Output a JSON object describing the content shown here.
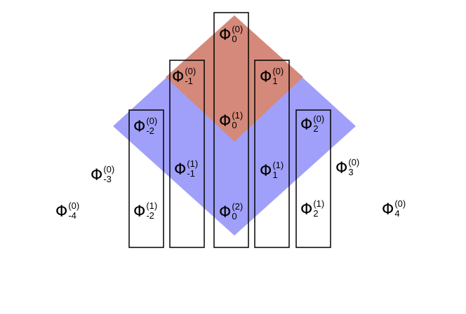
{
  "colors": {
    "blue_region": "#a0a0fa",
    "orange_region": "#d5897a",
    "box_stroke": "#000000"
  },
  "labels": {
    "top_0_0": {
      "symbol": "Φ",
      "sup": "(0)",
      "sub": "0"
    },
    "left_m1_0": {
      "symbol": "Φ",
      "sup": "(0)",
      "sub": "-1"
    },
    "right_1_0": {
      "symbol": "Φ",
      "sup": "(0)",
      "sub": "1"
    },
    "mid_0_1": {
      "symbol": "Φ",
      "sup": "(1)",
      "sub": "0"
    },
    "left_m2_0": {
      "symbol": "Φ",
      "sup": "(0)",
      "sub": "-2"
    },
    "right_2_0": {
      "symbol": "Φ",
      "sup": "(0)",
      "sub": "2"
    },
    "left_m1_1": {
      "symbol": "Φ",
      "sup": "(1)",
      "sub": "-1"
    },
    "right_1_1": {
      "symbol": "Φ",
      "sup": "(1)",
      "sub": "1"
    },
    "left_m3_0": {
      "symbol": "Φ",
      "sup": "(0)",
      "sub": "-3"
    },
    "right_3_0": {
      "symbol": "Φ",
      "sup": "(0)",
      "sub": "3"
    },
    "left_m4_0": {
      "symbol": "Φ",
      "sup": "(0)",
      "sub": "-4"
    },
    "left_m2_1": {
      "symbol": "Φ",
      "sup": "(1)",
      "sub": "-2"
    },
    "bottom_0_2": {
      "symbol": "Φ",
      "sup": "(2)",
      "sub": "0"
    },
    "right_2_1": {
      "symbol": "Φ",
      "sup": "(1)",
      "sub": "2"
    },
    "right_4_0": {
      "symbol": "Φ",
      "sup": "(0)",
      "sub": "4"
    }
  }
}
